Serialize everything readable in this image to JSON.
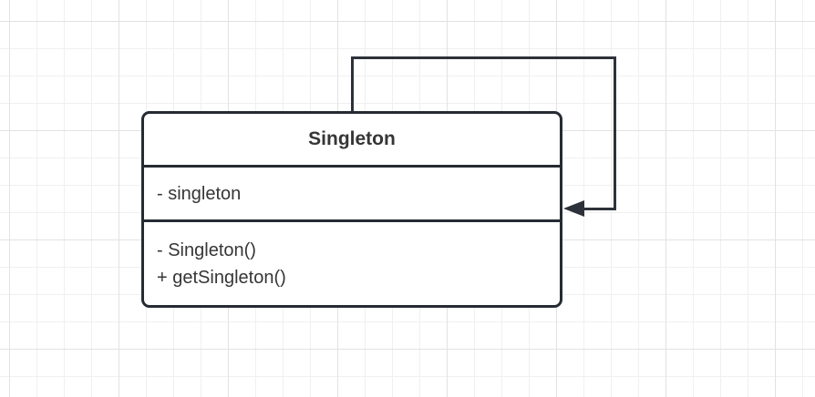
{
  "diagram": {
    "class": {
      "title": "Singleton",
      "attributes": [
        "- singleton"
      ],
      "methods": [
        "- Singleton()",
        "+ getSingleton()"
      ]
    },
    "edge": {
      "type": "self-association",
      "head_icon": "filled-triangle-left"
    },
    "colors": {
      "stroke": "#262b33",
      "edge_stroke": "#2d323a",
      "text": "#363636",
      "fill": "#ffffff",
      "background": "#ffffff",
      "grid_minor": "#f0f0f0",
      "grid_major": "#e2e2e2"
    }
  }
}
